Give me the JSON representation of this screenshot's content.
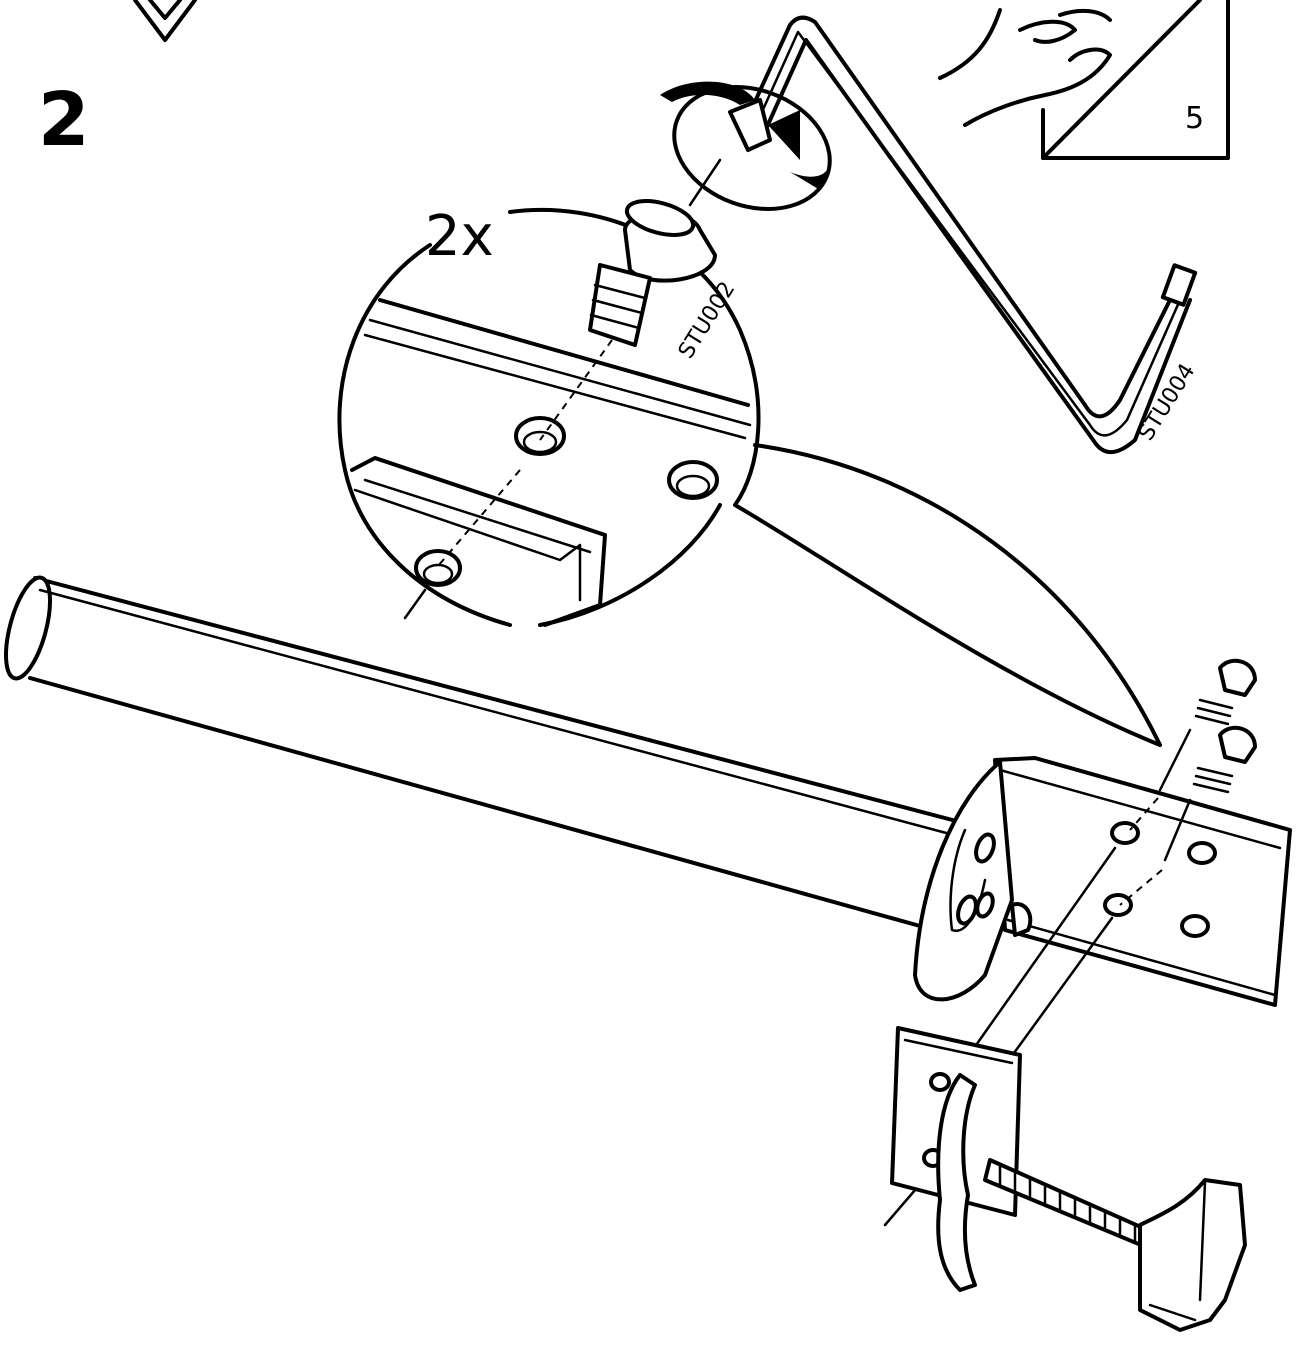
{
  "step": {
    "number": "2"
  },
  "callout": {
    "quantity": "2x"
  },
  "parts": {
    "screw_code": "STU002",
    "key_code": "STU004"
  },
  "note": {
    "page_ref": "5"
  }
}
